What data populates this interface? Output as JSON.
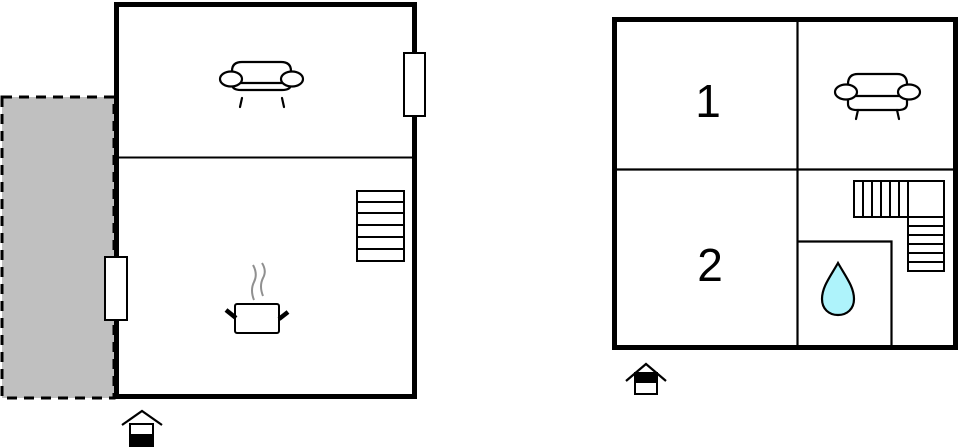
{
  "diagram": {
    "type": "floor-plan",
    "colors": {
      "wall": "#000000",
      "terrace": "#c0c0c0",
      "water": "#aef3fb",
      "steam": "#909090",
      "background": "#ffffff"
    },
    "floors": [
      {
        "id": "ground-floor",
        "rooms": [
          {
            "id": "living-room",
            "icon": "sofa-icon"
          },
          {
            "id": "kitchen",
            "icon": "cooking-pot-icon",
            "contains": [
              "staircase"
            ]
          }
        ],
        "extras": [
          "terrace",
          "window-right",
          "window-left",
          "entrance-icon"
        ]
      },
      {
        "id": "upper-floor",
        "rooms": [
          {
            "id": "bedroom-1",
            "label": "1"
          },
          {
            "id": "living-room-2",
            "icon": "sofa-icon"
          },
          {
            "id": "bedroom-2",
            "label": "2"
          },
          {
            "id": "bathroom",
            "icon": "water-drop-icon"
          },
          {
            "id": "stair-hall",
            "contains": [
              "l-shaped-staircase"
            ]
          }
        ],
        "extras": [
          "entrance-icon"
        ]
      }
    ],
    "labels": {
      "bedroom_1": "1",
      "bedroom_2": "2"
    }
  }
}
